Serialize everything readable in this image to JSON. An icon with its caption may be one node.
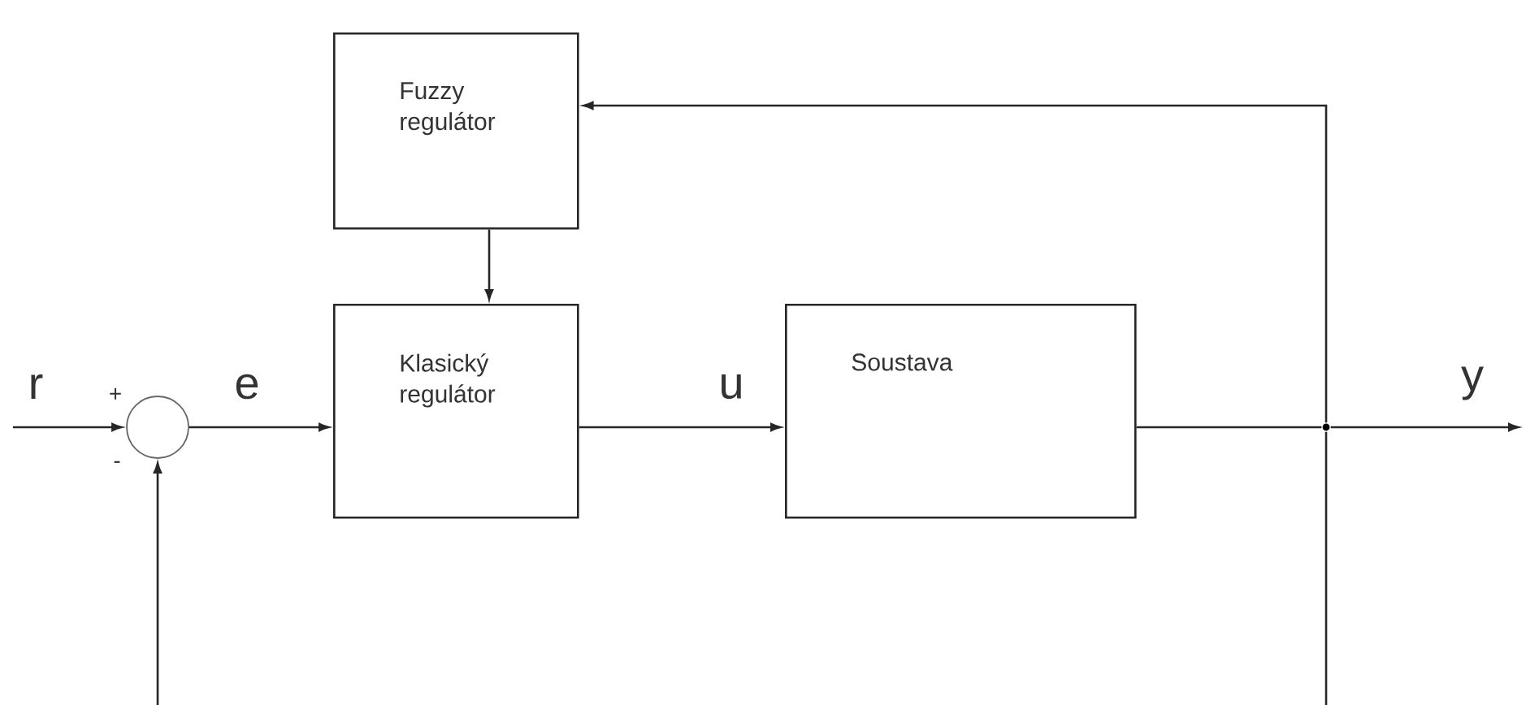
{
  "diagram": {
    "nodes": [
      {
        "text": [
          "Fuzzy regulátor"
        ]
      },
      {
        "text": [],
        "shape": "circle"
      },
      {
        "text": [
          "Klasický regulátor"
        ]
      },
      {
        "text": [
          "Soustava"
        ]
      },
      {
        "text": [],
        "shape": "circle"
      }
    ],
    "edges": [
      {
        "from": null,
        "to": 1,
        "arrow": "to",
        "label": "r"
      },
      {
        "from": 1,
        "to": 2,
        "arrow": "to",
        "label": "e"
      },
      {
        "from": 0,
        "to": 2,
        "arrow": "to"
      },
      {
        "from": 2,
        "to": 3,
        "arrow": "to",
        "label": "u"
      },
      {
        "from": 3,
        "to": 4,
        "arrow": "none"
      },
      {
        "from": 4,
        "to": null,
        "arrow": "to",
        "label": "y"
      },
      {
        "from": 4,
        "to": 0,
        "arrow": "to"
      },
      {
        "from": 4,
        "to": null,
        "arrow": "none"
      },
      {
        "from": null,
        "to": 1,
        "arrow": "to"
      }
    ],
    "labels": [
      "+",
      "-"
    ]
  }
}
